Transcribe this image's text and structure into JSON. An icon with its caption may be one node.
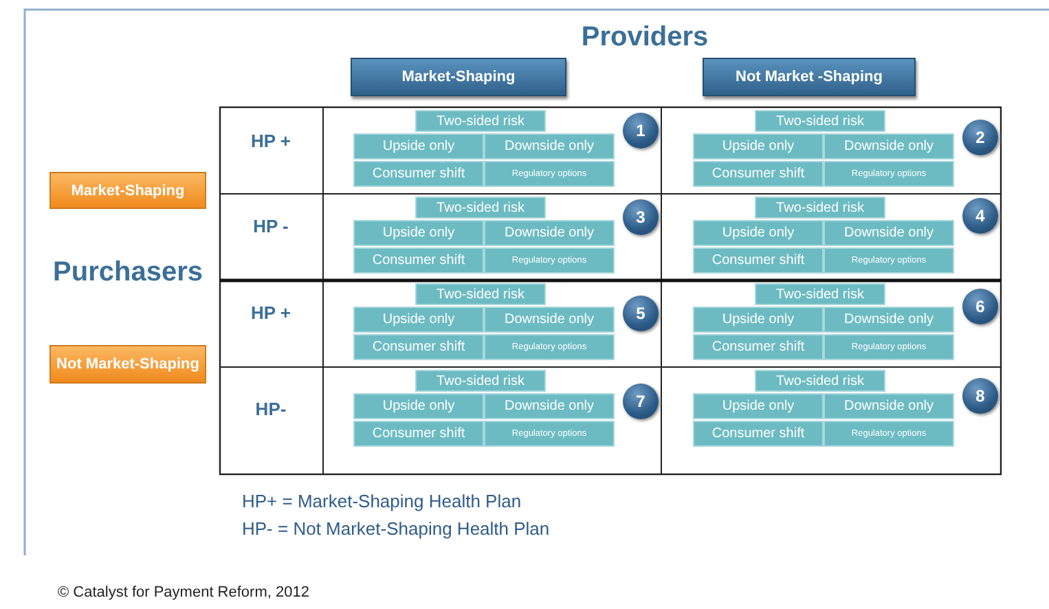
{
  "diagram": {
    "nodes": [
      {
        "text": [
          "Market-Shaping"
        ]
      },
      {
        "text": [
          "Not Market -Shaping"
        ]
      },
      {
        "text": [
          "Market-Shaping"
        ]
      },
      {
        "text": [
          "Not Market-Shaping"
        ]
      },
      {
        "text": [
          "Two-sided risk"
        ]
      },
      {
        "text": [
          "Upside only"
        ]
      },
      {
        "text": [
          "Downside only"
        ]
      },
      {
        "text": [
          "Consumer shift"
        ]
      },
      {
        "text": [
          "Regulatory options"
        ]
      },
      {
        "text": [
          "1"
        ]
      },
      {
        "text": [
          "Two-sided risk"
        ]
      },
      {
        "text": [
          "Upside only"
        ]
      },
      {
        "text": [
          "Downside only"
        ]
      },
      {
        "text": [
          "Consumer shift"
        ]
      },
      {
        "text": [
          "Regulatory options"
        ]
      },
      {
        "text": [
          "2"
        ]
      },
      {
        "text": [
          "Two-sided risk"
        ]
      },
      {
        "text": [
          "Upside only"
        ]
      },
      {
        "text": [
          "Downside only"
        ]
      },
      {
        "text": [
          "Consumer shift"
        ]
      },
      {
        "text": [
          "Regulatory options"
        ]
      },
      {
        "text": [
          "3"
        ]
      },
      {
        "text": [
          "Two-sided risk"
        ]
      },
      {
        "text": [
          "Upside only"
        ]
      },
      {
        "text": [
          "Downside only"
        ]
      },
      {
        "text": [
          "Consumer shift"
        ]
      },
      {
        "text": [
          "Regulatory options"
        ]
      },
      {
        "text": [
          "4"
        ]
      },
      {
        "text": [
          "Two-sided risk"
        ]
      },
      {
        "text": [
          "Upside only"
        ]
      },
      {
        "text": [
          "Downside only"
        ]
      },
      {
        "text": [
          "Consumer shift"
        ]
      },
      {
        "text": [
          "Regulatory options"
        ]
      },
      {
        "text": [
          "5"
        ]
      },
      {
        "text": [
          "Two-sided risk"
        ]
      },
      {
        "text": [
          "Upside only"
        ]
      },
      {
        "text": [
          "Downside only"
        ]
      },
      {
        "text": [
          "Consumer shift"
        ]
      },
      {
        "text": [
          "Regulatory options"
        ]
      },
      {
        "text": [
          "6"
        ]
      },
      {
        "text": [
          "Two-sided risk"
        ]
      },
      {
        "text": [
          "Upside only"
        ]
      },
      {
        "text": [
          "Downside only"
        ]
      },
      {
        "text": [
          "Consumer shift"
        ]
      },
      {
        "text": [
          "Regulatory options"
        ]
      },
      {
        "text": [
          "7"
        ]
      },
      {
        "text": [
          "Two-sided risk"
        ]
      },
      {
        "text": [
          "Upside only"
        ]
      },
      {
        "text": [
          "Downside only"
        ]
      },
      {
        "text": [
          "Consumer shift"
        ]
      },
      {
        "text": [
          "Regulatory options"
        ]
      },
      {
        "text": [
          "8"
        ]
      }
    ],
    "labels": [
      "Providers",
      "Purchasers",
      "HP +",
      "HP -",
      "HP +",
      "HP-",
      "HP+ = Market-Shaping Health Plan",
      "HP- = Not Market-Shaping Health Plan",
      "© Catalyst for Payment Reform, 2012"
    ]
  }
}
